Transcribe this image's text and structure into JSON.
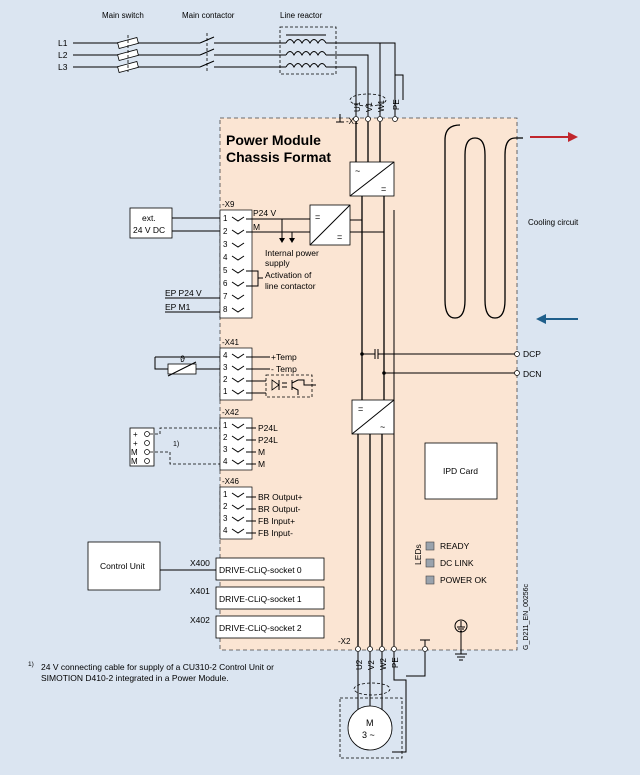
{
  "header": {
    "main_switch": "Main switch",
    "main_contactor": "Main contactor",
    "line_reactor": "Line reactor"
  },
  "lines": [
    "L1",
    "L2",
    "L3"
  ],
  "module": {
    "title_line1": "Power Module",
    "title_line2": "Chassis Format",
    "fill_color": "#fbe5d3",
    "cooling_label": "Cooling circuit",
    "ipd_card": "IPD Card",
    "x1_label": "-X1",
    "x1_pins": [
      "U1",
      "V1",
      "W1",
      "PE"
    ],
    "x2_label": "-X2",
    "x2_pins": [
      "U2",
      "V2",
      "W2",
      "PE"
    ],
    "dcp": "DCP",
    "dcn": "DCN",
    "doc_id": "G_D211_EN_00256c"
  },
  "x9": {
    "label": "-X9",
    "pins": [
      "1",
      "2",
      "3",
      "4",
      "5",
      "6",
      "7",
      "8"
    ],
    "ext_supply_line1": "ext.",
    "ext_supply_line2": "24 V DC",
    "p24v": "P24 V",
    "m": "M",
    "internal_supply_line1": "Internal power",
    "internal_supply_line2": "supply",
    "activation_line1": "Activation of",
    "activation_line2": "line contactor",
    "ep_p24v": "EP P24 V",
    "ep_m1": "EP M1"
  },
  "x41": {
    "label": "-X41",
    "pins": [
      "4",
      "3",
      "2",
      "1"
    ],
    "signals": [
      "+Temp",
      "- Temp"
    ],
    "theta": "ϑ"
  },
  "x42": {
    "label": "-X42",
    "pins": [
      "1",
      "2",
      "3",
      "4"
    ],
    "signals": [
      "P24L",
      "P24L",
      "M",
      "M"
    ],
    "connector_symbols": [
      "+",
      "+",
      "M",
      "M"
    ],
    "note_marker": "1)"
  },
  "x46": {
    "label": "-X46",
    "pins": [
      "1",
      "2",
      "3",
      "4"
    ],
    "signals": [
      "BR Output+",
      "BR Output-",
      "FB Input+",
      "FB Input-"
    ]
  },
  "control_unit": "Control Unit",
  "driveclic": [
    {
      "port": "X400",
      "label": "DRIVE-CLiQ-socket  0"
    },
    {
      "port": "X401",
      "label": "DRIVE-CLiQ-socket  1"
    },
    {
      "port": "X402",
      "label": "DRIVE-CLiQ-socket  2"
    }
  ],
  "leds": {
    "title": "LEDs",
    "items": [
      "READY",
      "DC LINK",
      "POWER OK"
    ]
  },
  "motor": {
    "line1": "M",
    "line2": "3 ~"
  },
  "footnote": {
    "marker": "1)",
    "text": "24 V connecting cable for supply of a CU310-2 Control Unit or SIMOTION D410-2 integrated in a Power Module."
  },
  "colors": {
    "background": "#dbe5f1",
    "hot_arrow": "#c0262d",
    "cold_arrow": "#1f5f8b"
  }
}
